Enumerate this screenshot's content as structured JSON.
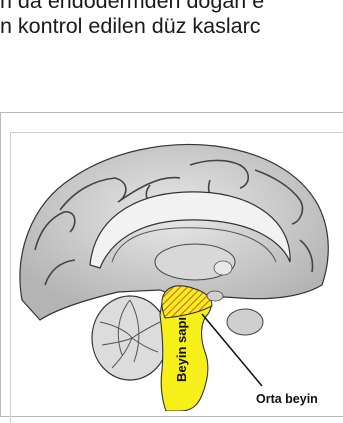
{
  "document": {
    "line1": "n da endodermden doğan e",
    "line2": "n kontrol edilen düz kaslarc"
  },
  "figure": {
    "label_brainstem": "Beyin sapı",
    "label_midbrain": "Orta beyin",
    "colors": {
      "brainstem": "#f7ef1a",
      "midbrain_hatch": "#d4572e",
      "brain_tissue": "#cfcfcf"
    }
  }
}
